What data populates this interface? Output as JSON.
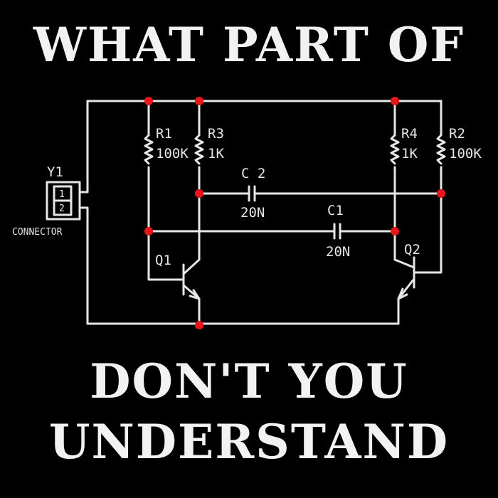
{
  "headline": {
    "top": "WHAT PART OF",
    "middle": "DON'T YOU",
    "bottom": "UNDERSTAND"
  },
  "schematic": {
    "R1": {
      "name": "R1",
      "value": "100K"
    },
    "R3": {
      "name": "R3",
      "value": "1K"
    },
    "R4": {
      "name": "R4",
      "value": "1K"
    },
    "R2": {
      "name": "R2",
      "value": "100K"
    },
    "C2": {
      "name": "C 2",
      "value": "20N"
    },
    "C1": {
      "name": "C1",
      "value": "20N"
    },
    "Y1": {
      "name": "Y1",
      "pin1": "1",
      "pin2": "2",
      "label": "CONNECTOR"
    },
    "Q1": {
      "name": "Q1"
    },
    "Q2": {
      "name": "Q2"
    }
  },
  "colors": {
    "background": "#000000",
    "wire": "#e6e6e6",
    "node": "#e8161a"
  }
}
